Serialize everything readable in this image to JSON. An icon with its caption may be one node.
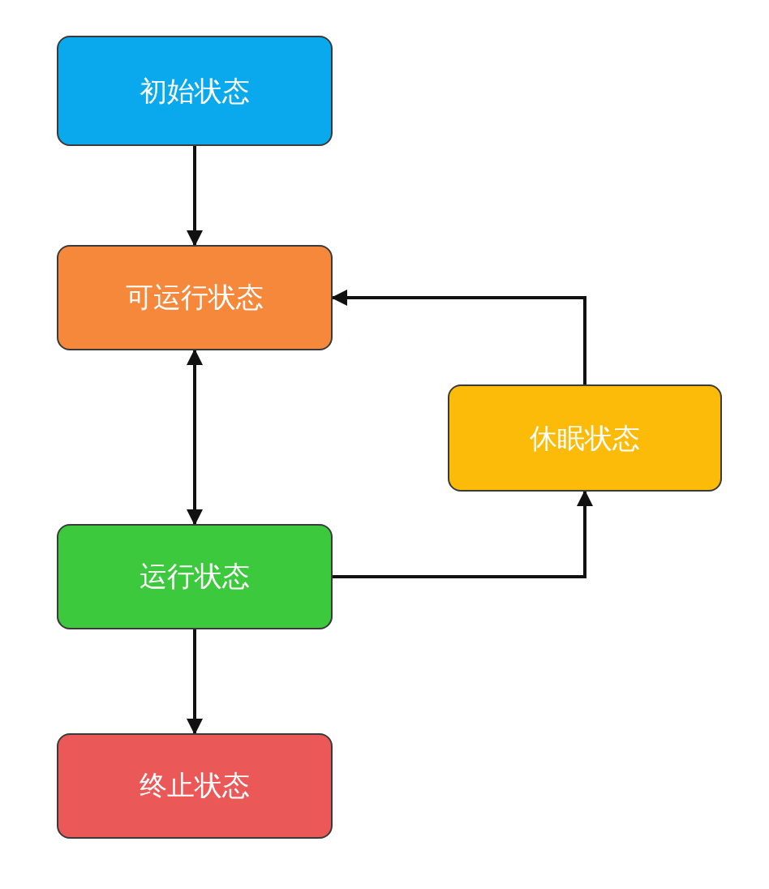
{
  "diagram": {
    "nodes": [
      {
        "text": [
          "初始状态"
        ]
      },
      {
        "text": [
          "可运行状态"
        ]
      },
      {
        "text": [
          "休眠状态"
        ]
      },
      {
        "text": [
          "运行状态"
        ]
      },
      {
        "text": [
          "终止状态"
        ]
      }
    ],
    "edges": [
      {
        "from": 0,
        "to": 1,
        "arrow": "to"
      },
      {
        "from": 1,
        "to": 3,
        "arrow": "both"
      },
      {
        "from": 3,
        "to": 2,
        "arrow": "to"
      },
      {
        "from": 2,
        "to": 1,
        "arrow": "to"
      },
      {
        "from": 3,
        "to": 4,
        "arrow": "to"
      }
    ]
  }
}
